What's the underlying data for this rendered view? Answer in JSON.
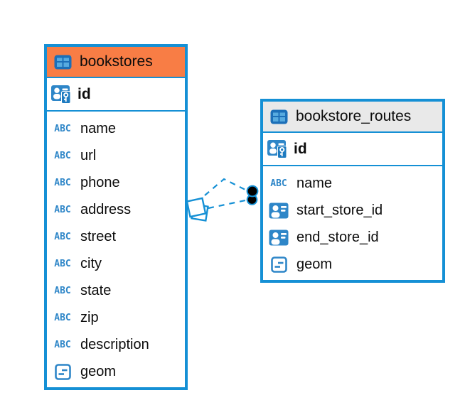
{
  "app": {
    "view": "entity-relationship-diagram"
  },
  "colors": {
    "accent_blue": "#1590d5",
    "icon_blue": "#2e86c8",
    "icon_dark_blue": "#1c6fb8",
    "icon_cell_blue": "#58abdf",
    "bookstores_header": "#f87d45",
    "routes_header": "#e9e9e9",
    "text": "#0c0c0c",
    "canvas_background": "#ffffff"
  },
  "icons": {
    "text_type_glyph": "ABC"
  },
  "diagram": {
    "tables": [
      {
        "title": "bookstores",
        "header_color": "#f87d45",
        "key_column": {
          "name": "id",
          "type": "primary-key"
        },
        "columns": [
          {
            "name": "name",
            "type": "text"
          },
          {
            "name": "url",
            "type": "text"
          },
          {
            "name": "phone",
            "type": "text"
          },
          {
            "name": "address",
            "type": "text"
          },
          {
            "name": "street",
            "type": "text"
          },
          {
            "name": "city",
            "type": "text"
          },
          {
            "name": "state",
            "type": "text"
          },
          {
            "name": "zip",
            "type": "text"
          },
          {
            "name": "description",
            "type": "text"
          },
          {
            "name": "geom",
            "type": "geometry"
          }
        ]
      },
      {
        "title": "bookstore_routes",
        "header_color": "#e9e9e9",
        "key_column": {
          "name": "id",
          "type": "primary-key"
        },
        "columns": [
          {
            "name": "name",
            "type": "text"
          },
          {
            "name": "start_store_id",
            "type": "reference"
          },
          {
            "name": "end_store_id",
            "type": "reference"
          },
          {
            "name": "geom",
            "type": "geometry"
          }
        ]
      }
    ],
    "relationships": [
      {
        "from": "bookstores",
        "to": "bookstore_routes",
        "line_style": "dashed"
      },
      {
        "from": "bookstores",
        "to": "bookstore_routes",
        "line_style": "dashed"
      }
    ]
  }
}
